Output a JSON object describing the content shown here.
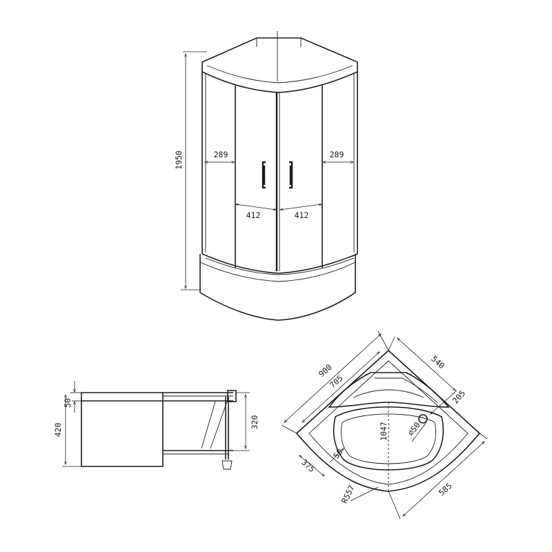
{
  "front_view": {
    "height": "1950",
    "side_panel_left": "289",
    "side_panel_right": "289",
    "door_left": "412",
    "door_right": "412"
  },
  "side_view": {
    "tray_height": "420",
    "rim_thickness": "50",
    "inner_depth": "320"
  },
  "plan_view": {
    "diagonal": "900",
    "inner_diagonal": "705",
    "side_top": "540",
    "drain_offset": "205",
    "span": "1047",
    "drain_diameter": "⌀50",
    "step": "50",
    "seat_depth": "375",
    "radius": "R557",
    "side_bottom": "585"
  }
}
